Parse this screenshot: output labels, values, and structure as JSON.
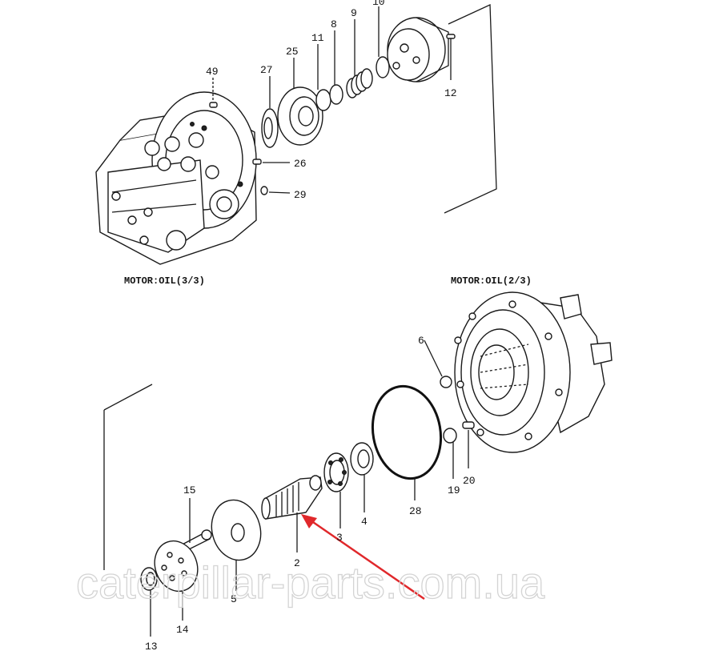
{
  "captions": {
    "motor_oil_3_3": "MOTOR:OIL(3/3)",
    "motor_oil_2_3": "MOTOR:OIL(2/3)"
  },
  "callouts": {
    "n49": "49",
    "n27": "27",
    "n25": "25",
    "n11": "11",
    "n8": "8",
    "n9": "9",
    "n10": "10",
    "n12": "12",
    "n26": "26",
    "n29": "29",
    "n6": "6",
    "n15": "15",
    "n2": "2",
    "n3": "3",
    "n4": "4",
    "n28": "28",
    "n19": "19",
    "n20": "20",
    "n5": "5",
    "n13": "13",
    "n14": "14"
  },
  "watermark": "caterpillar-parts.com.ua",
  "colors": {
    "arrow": "#e0282b",
    "ink": "#1a1a1a",
    "watermark": "#d4d4d4"
  }
}
